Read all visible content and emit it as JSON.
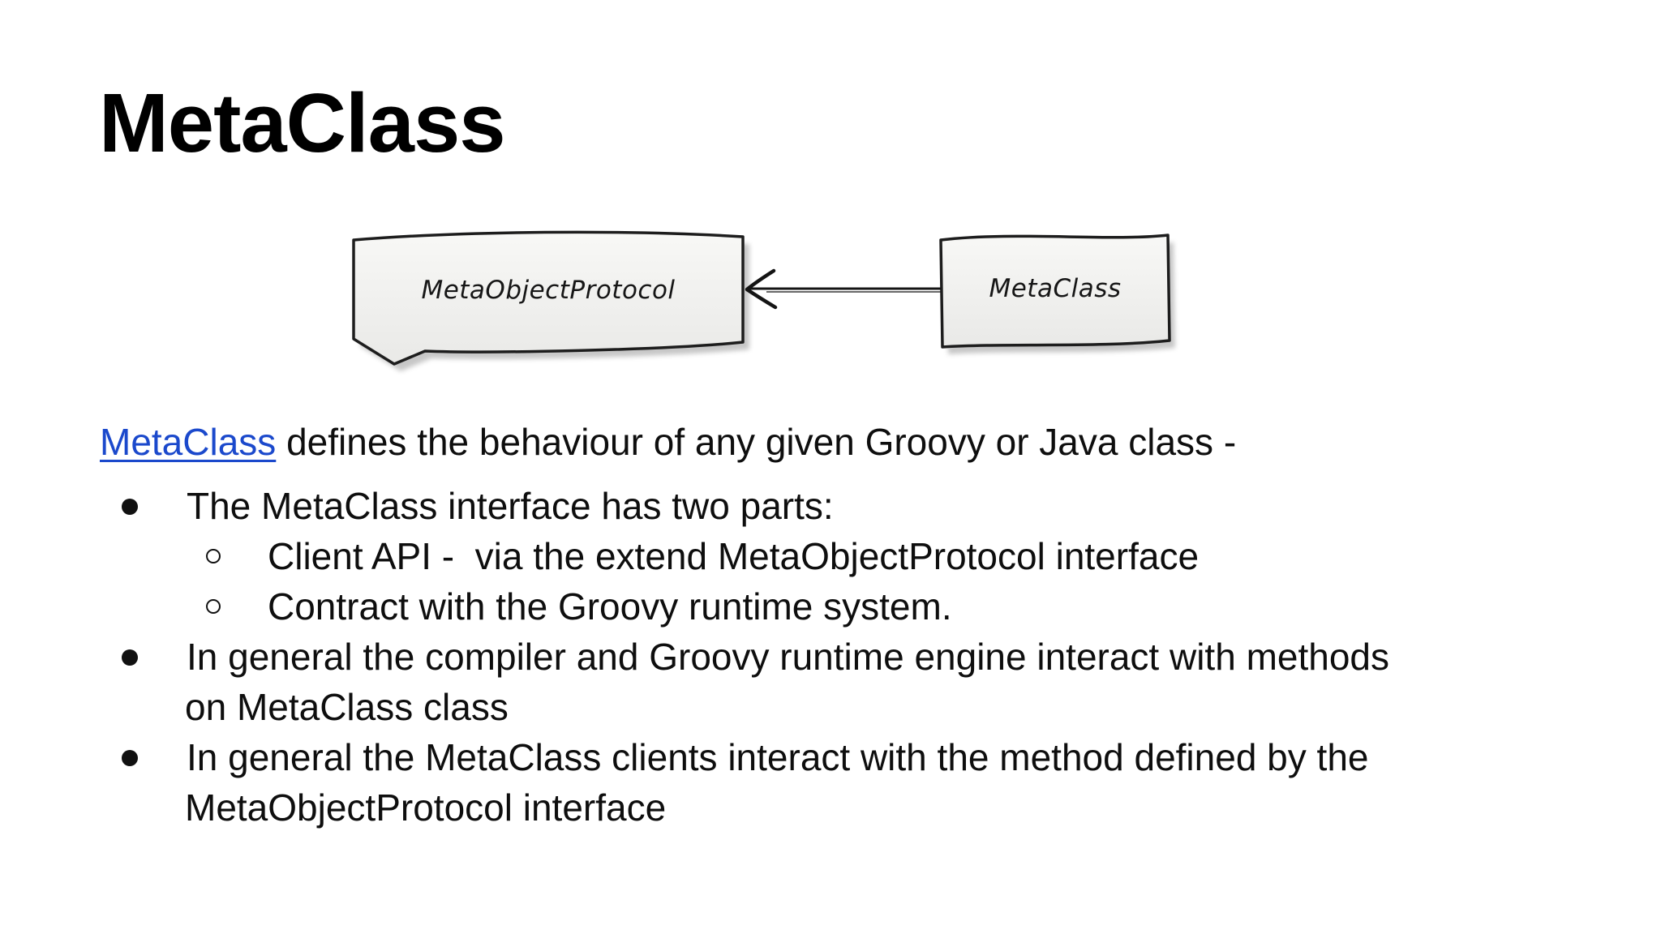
{
  "slide": {
    "title": "MetaClass",
    "intro": {
      "link_text": "MetaClass",
      "rest_text": " defines the behaviour of any given Groovy or Java class -"
    },
    "bullets": [
      {
        "level": 1,
        "lines": [
          "The MetaClass interface has two parts:"
        ]
      },
      {
        "level": 2,
        "lines": [
          "Client API -  via the extend MetaObjectProtocol interface"
        ]
      },
      {
        "level": 2,
        "lines": [
          "Contract with the Groovy runtime system."
        ]
      },
      {
        "level": 1,
        "lines": [
          "In general the compiler and Groovy runtime engine interact with methods",
          "on MetaClass class"
        ]
      },
      {
        "level": 1,
        "lines": [
          "In general the MetaClass clients interact with the method defined by the",
          "MetaObjectProtocol interface"
        ]
      }
    ]
  },
  "diagram": {
    "boxes": [
      {
        "label": "MetaObjectProtocol"
      },
      {
        "label": "MetaClass"
      }
    ],
    "arrow": {
      "from": "MetaClass",
      "to": "MetaObjectProtocol",
      "style": "open-arrowhead-left"
    }
  },
  "colors": {
    "background": "#ffffff",
    "text": "#0e0e0e",
    "link": "#1b49cc",
    "box_fill_top": "#f8f8f6",
    "box_fill_bottom": "#e9e9e7",
    "box_stroke": "#1d1d1d"
  }
}
